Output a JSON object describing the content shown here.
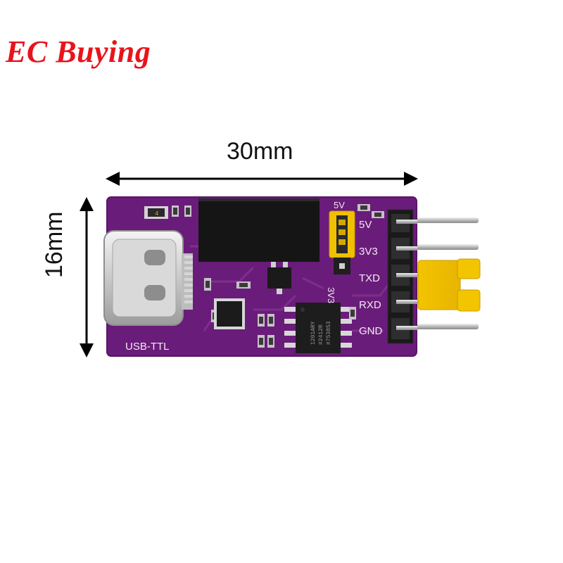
{
  "brand": {
    "name": "EC Buying",
    "color": "#e8141c"
  },
  "dimensions": {
    "width_label": "30mm",
    "height_label": "16mm"
  },
  "board": {
    "color": "#6a1c7a",
    "title": "USB-TTL",
    "pin_labels": [
      "5V",
      "3V3",
      "TXD",
      "RXD",
      "GND"
    ],
    "jumper_top_label": "5V",
    "jumper_bottom_label": "3V3",
    "chip_lines": [
      "1201ARY",
      "#2412®",
      "#753853"
    ],
    "small_marking": "4"
  }
}
